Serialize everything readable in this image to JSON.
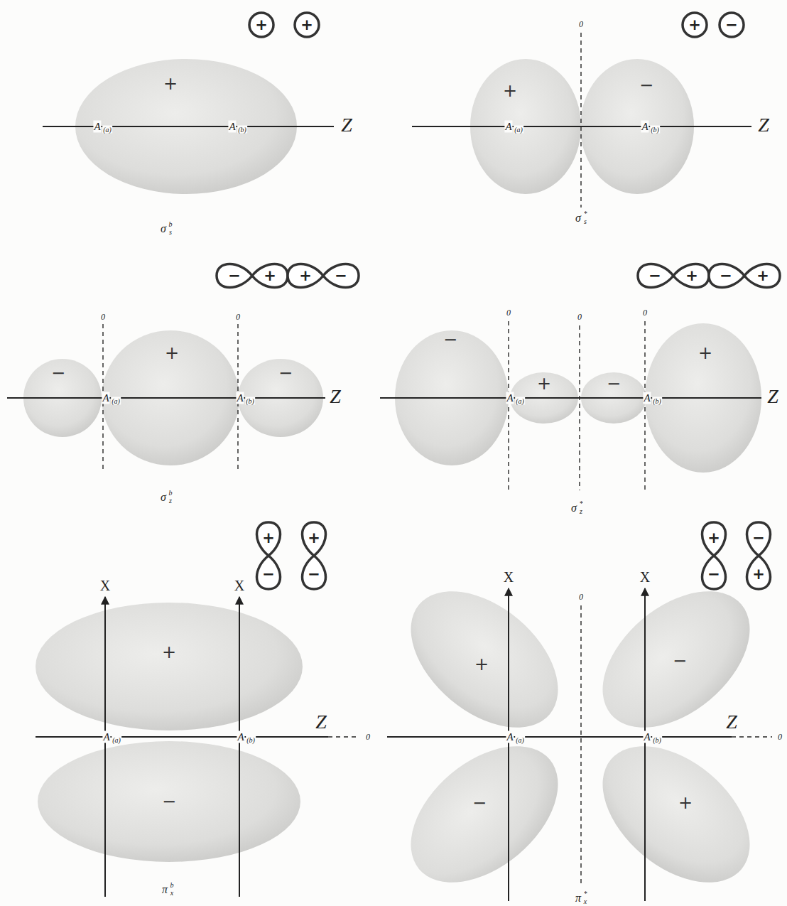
{
  "diagram": {
    "labels": [
      "+",
      "+",
      "+",
      "A",
      "(a)",
      "A",
      "(b)",
      "Z",
      "σ",
      "s",
      "b",
      "+",
      "−",
      "0",
      "+",
      "−",
      "A",
      "(a)",
      "A",
      "(b)",
      "Z",
      "σ",
      "s",
      "*",
      "−",
      "+",
      "+",
      "−",
      "0",
      "0",
      "−",
      "+",
      "−",
      "A",
      "(a)",
      "A",
      "(b)",
      "Z",
      "σ",
      "z",
      "b",
      "−",
      "+",
      "−",
      "+",
      "0",
      "0",
      "0",
      "−",
      "+",
      "−",
      "+",
      "A",
      "(a)",
      "A",
      "(b)",
      "Z",
      "σ",
      "z",
      "*",
      "+",
      "−",
      "+",
      "−",
      "X",
      "X",
      "+",
      "Z",
      "A",
      "(a)",
      "A",
      "(b)",
      "0",
      "−",
      "π",
      "x",
      "b",
      "+",
      "−",
      "−",
      "+",
      "0",
      "X",
      "X",
      "+",
      "−",
      "Z",
      "A",
      "(a)",
      "A",
      "(b)",
      "0",
      "−",
      "+",
      "π",
      "x",
      "*"
    ]
  }
}
